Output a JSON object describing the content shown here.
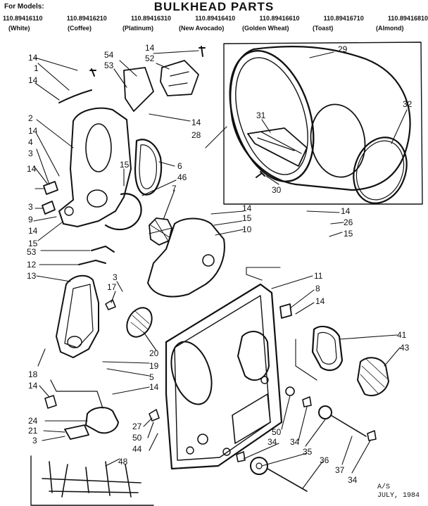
{
  "header": {
    "title": "BULKHEAD PARTS",
    "for_models": "For Models:",
    "models": [
      "110.89416110",
      "110.89416210",
      "110.89416310",
      "110.89416410",
      "110.89416610",
      "110.89416710",
      "110.89416810"
    ],
    "colors": [
      "(White)",
      "(Coffee)",
      "(Platinum)",
      "(New Avocado)",
      "(Golden Wheat)",
      "(Toast)",
      "(Almond)"
    ]
  },
  "callouts": {
    "c1": "14",
    "c2": "1",
    "c3": "14",
    "c4": "54",
    "c5": "53",
    "c6": "14",
    "c7": "52",
    "c8": "29",
    "c9": "2",
    "c10": "14",
    "c11": "4",
    "c12": "3",
    "c13": "14",
    "c14": "28",
    "c15": "15",
    "c16": "6",
    "c17": "46",
    "c18": "31",
    "c19": "32",
    "c20": "30",
    "c21": "14",
    "c22": "3",
    "c23": "9",
    "c24": "14",
    "c25": "7",
    "c26": "14",
    "c27": "15",
    "c28": "10",
    "c29": "14",
    "c30": "26",
    "c31": "15",
    "c32": "15",
    "c33": "53",
    "c34": "12",
    "c35": "13",
    "c36": "3",
    "c37": "17",
    "c38": "11",
    "c39": "8",
    "c40": "14",
    "c41": "20",
    "c42": "19",
    "c43": "5",
    "c44": "14",
    "c45": "18",
    "c46": "14",
    "c47": "41",
    "c48": "43",
    "c49": "24",
    "c50": "21",
    "c51": "3",
    "c52": "27",
    "c53": "50",
    "c54": "44",
    "c55": "50",
    "c56": "34",
    "c57": "34",
    "c58": "35",
    "c59": "36",
    "c60": "37",
    "c61": "34",
    "c62": "48"
  },
  "footer": {
    "line1": "A/S",
    "line2": "JULY, 1984"
  }
}
